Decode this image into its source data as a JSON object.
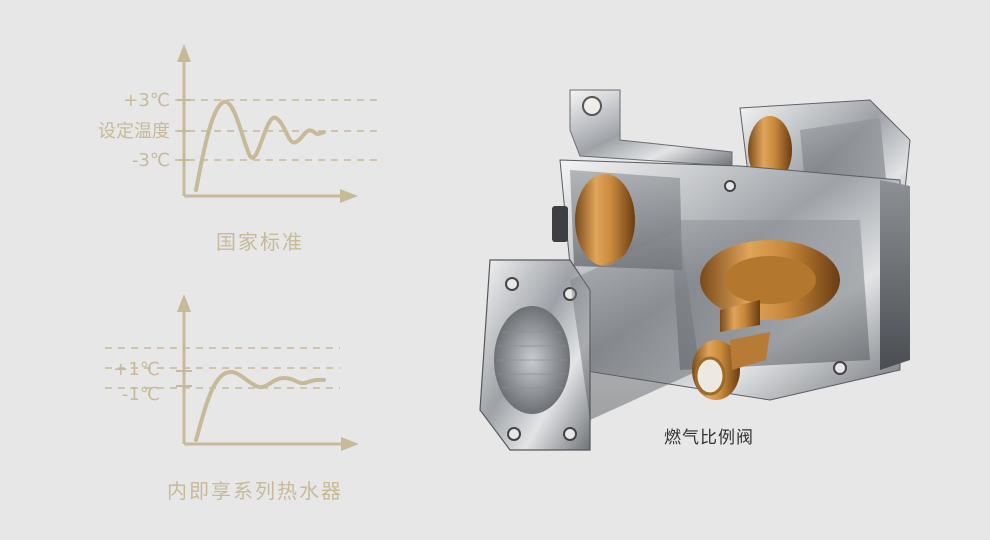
{
  "chart_top": {
    "label": "国家标准",
    "ticks": [
      "+3℃",
      "设定温度",
      "-3℃"
    ]
  },
  "chart_bottom": {
    "label": "内即享系列热水器",
    "ticks": [
      "+1℃",
      "-1℃"
    ]
  },
  "product": {
    "caption": "燃气比例阀"
  },
  "colors": {
    "background": "#e7e7e7",
    "accent": "#c7ba98",
    "caption_text": "#333333",
    "valve_copper": "#c98a3c",
    "valve_steel": "#b9bcc0"
  }
}
